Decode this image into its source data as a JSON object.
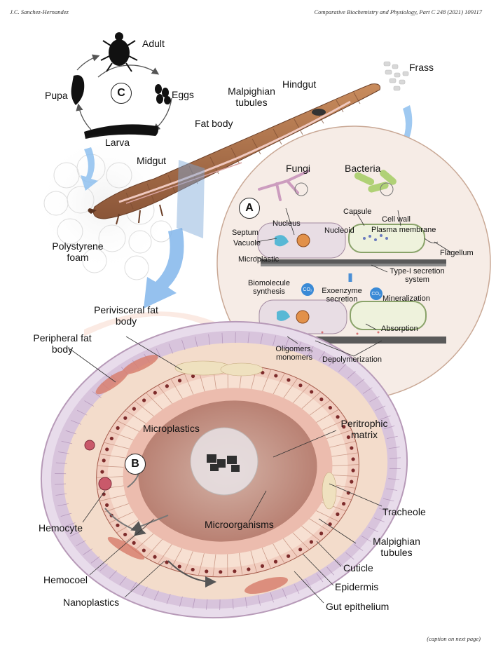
{
  "header": {
    "author": "J.C. Sanchez-Hernandez",
    "journal": "Comparative Biochemistry and Physiology, Part C 248 (2021) 109117"
  },
  "panels": {
    "a": "A",
    "b": "B",
    "c": "C"
  },
  "life_cycle": {
    "adult": "Adult",
    "eggs": "Eggs",
    "larva": "Larva",
    "pupa": "Pupa"
  },
  "larva_labels": {
    "frass": "Frass",
    "hindgut": "Hindgut",
    "malpighian": "Malpighian tubules",
    "fat_body": "Fat body",
    "midgut": "Midgut",
    "foam": "Polystyrene foam"
  },
  "panel_a": {
    "fungi": "Fungi",
    "bacteria": "Bacteria",
    "nucleus": "Nucleus",
    "septum": "Septum",
    "vacuole": "Vacuole",
    "nucleoid": "Nucleoid",
    "capsule": "Capsule",
    "cell_wall": "Cell wall",
    "plasma_membrane": "Plasma membrane",
    "flagellum": "Flagellum",
    "microplastic": "Microplastic",
    "type1": "Type-I secretion system",
    "biomolecule": "Biomolecule synthesis",
    "exoenzyme": "Exoenzyme secretion",
    "mineralization": "Mineralization",
    "co2": "CO₂",
    "absorption": "Absorption",
    "oligomers": "Oligomers, monomers",
    "depolymerization": "Depolymerization"
  },
  "panel_b": {
    "perivisceral": "Perivisceral fat body",
    "peripheral": "Peripheral fat body",
    "microplastics": "Microplastics",
    "peritrophic": "Peritrophic matrix",
    "tracheole": "Tracheole",
    "microorganisms": "Microorganisms",
    "malpighian": "Malpighian tubules",
    "cuticle": "Cuticle",
    "epidermis": "Epidermis",
    "gut_epithelium": "Gut epithelium",
    "hemocyte": "Hemocyte",
    "hemocoel": "Hemocoel",
    "nanoplastics": "Nanoplastics"
  },
  "footer": "(caption on next page)",
  "colors": {
    "larva_body": "#b2774f",
    "cuticle_ring": "#d9b8d6",
    "fat_ring": "#f1d6c3",
    "epithelium_ring": "#e9a98c",
    "lumen": "#c89a8f",
    "circle_a_fill": "#f6ece6",
    "arrow_blue": "#6aa6e3"
  },
  "icons": [
    "beetle-icon",
    "egg-cluster-icon",
    "larva-icon",
    "pupa-icon",
    "co2-bubble-icon"
  ]
}
